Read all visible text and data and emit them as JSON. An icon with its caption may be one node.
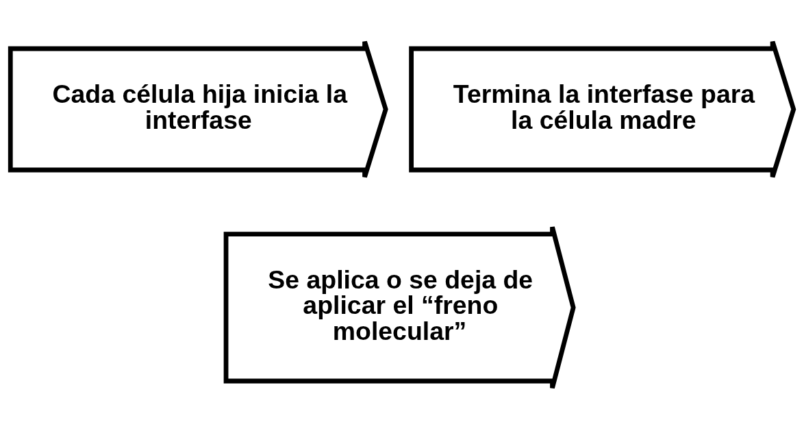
{
  "diagram": {
    "nodes": [
      {
        "text": [
          "Cada célula hija inicia la interfase"
        ]
      },
      {
        "text": [
          "Termina la interfase para la célula madre"
        ]
      },
      {
        "text": [
          "Se aplica o se deja de aplicar el “freno molecular”"
        ]
      }
    ]
  }
}
